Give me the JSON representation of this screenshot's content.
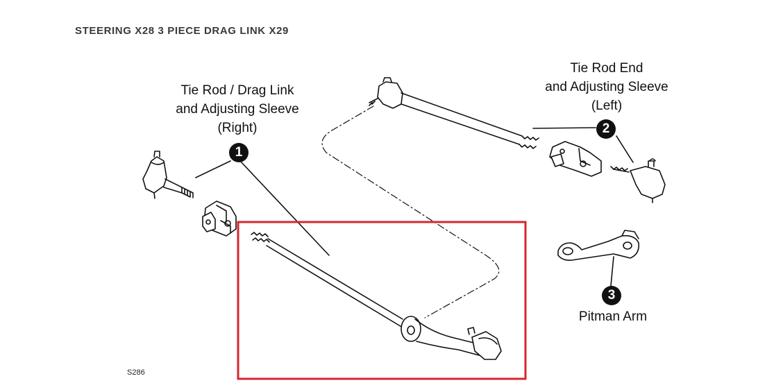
{
  "title": "STEERING X28 3 PIECE DRAG LINK X29",
  "figure_id": "S286",
  "callouts": [
    {
      "number": "1",
      "lines": [
        "Tie Rod / Drag Link",
        "and Adjusting Sleeve",
        "(Right)"
      ]
    },
    {
      "number": "2",
      "lines": [
        "Tie Rod End",
        "and Adjusting Sleeve",
        "(Left)"
      ]
    },
    {
      "number": "3",
      "lines": [
        "Pitman Arm"
      ]
    }
  ],
  "highlight_color": "#d7262e"
}
